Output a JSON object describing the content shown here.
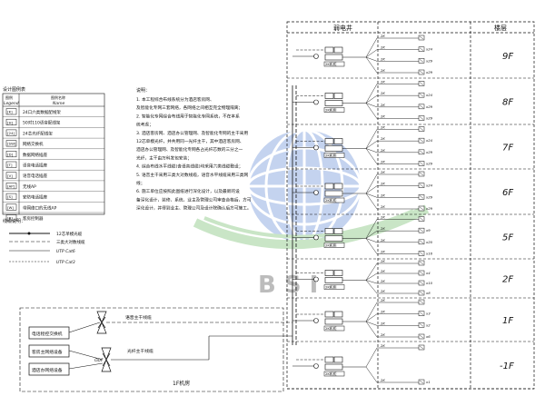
{
  "header": {
    "shaft_title": "弱电井",
    "floor_col_title": "楼层"
  },
  "legend": {
    "title": "设计图例表",
    "col_symbol": "Legend",
    "col_symbol_cn": "图例",
    "col_name_cn": "图例名称",
    "col_name": "Name",
    "items": [
      {
        "symbol": "[K]",
        "label": "24口六类数据配线架"
      },
      {
        "symbol": "[H]",
        "label": "50对110语音配线架"
      },
      {
        "symbol": "[24]",
        "label": "24芯光纤配线架"
      },
      {
        "symbol": "[SW]",
        "label": "网络交换机"
      },
      {
        "symbol": "[D]",
        "label": "数据网络插座"
      },
      {
        "symbol": "[T]",
        "label": "语音电话插座"
      },
      {
        "symbol": "[V]",
        "label": "语音电话插座"
      },
      {
        "symbol": "[AP]",
        "label": "无线AP"
      },
      {
        "symbol": "[S]",
        "label": "安防电话插座"
      },
      {
        "symbol": "[W]",
        "label": "带网络口的无线AP"
      },
      {
        "symbol": "[R]",
        "label": "客房控制器"
      }
    ]
  },
  "line_legend": {
    "title": "线缆说明：",
    "items": [
      "12芯单模光缆",
      "三类大对数线缆",
      "UTP Cat6",
      "UTP Cat3"
    ]
  },
  "notes": {
    "title": "说明：",
    "lines": [
      "1. 本工程综合布线系统分为酒店客房网、",
      "及智能化专网三套网络，各网络之间相互完全物理隔离；",
      "2. 智能化专网综合布线用于智能化专网系统，不在本系",
      "统考虑；",
      "3. 酒店客房网、酒店办公管理网、及智能化专网的主干采用",
      "12芯单模光纤，并共用同一光纤主干，其中酒店客房网、",
      "酒店办公管理网、及智能化专网各占光纤芯数的三分之一",
      "光纤，主干由万科发包安装；",
      "4. 综合布线水平线缆(含语音线缆)均采用六类线缆敷设；",
      "5. 语音主干采用三类大对数线缆，语音水平线缆采用三类网",
      "线；",
      "6. 施工单位应按照此图纸进行深化设计，以及最新的设",
      "备深化设计，装修、系统、业主及管理公司审查合格后，方可",
      "深化设计，并得到业主、管理公司及设计院确认后方可施工。"
    ]
  },
  "floors": [
    {
      "label": "9F",
      "rows": [
        "x24",
        "x29",
        "x29"
      ],
      "units": [
        "2K",
        "2K",
        "2K",
        "2K"
      ]
    },
    {
      "label": "8F",
      "rows": [
        "x24",
        "x29",
        "x29"
      ],
      "units": [
        "2K",
        "2K",
        "2K",
        "2K"
      ]
    },
    {
      "label": "7F",
      "rows": [
        "x24",
        "x29",
        "x29"
      ],
      "units": [
        "2K",
        "2K",
        "2K",
        "2K"
      ]
    },
    {
      "label": "6F",
      "rows": [
        "x24",
        "x29",
        "x29"
      ],
      "units": [
        "2K",
        "2K",
        "2K",
        "2K"
      ]
    },
    {
      "label": "5F",
      "rows": [
        "x9",
        "x20",
        "x16"
      ],
      "units": [
        "2K",
        "2K",
        "2K",
        "2K"
      ]
    },
    {
      "label": "2F",
      "rows": [
        "x4",
        "x10",
        "x8"
      ],
      "units": [
        "2K",
        "2K",
        "2K",
        "2K"
      ]
    },
    {
      "label": "1F",
      "rows": [
        "x3",
        "x2",
        "x6"
      ],
      "units": [
        "2K",
        "2K",
        "2K",
        "2K"
      ]
    },
    {
      "label": "-1F",
      "rows": [
        "x1",
        "x2"
      ],
      "units": [
        "2K",
        "2K"
      ]
    }
  ],
  "cabinet_label": "2K机柜",
  "machine_room": {
    "label": "1F机房",
    "devices": [
      "电话程控交换机",
      "客房主网络设备",
      "酒店办网络设备"
    ],
    "trunk_voice": "语音主干线缆",
    "trunk_fiber": "光纤主干线缆",
    "odf_label": "ODF"
  },
  "colors": {
    "line": "#111111",
    "watermark_blue": "#2f63c8",
    "watermark_green": "#3fa535"
  }
}
